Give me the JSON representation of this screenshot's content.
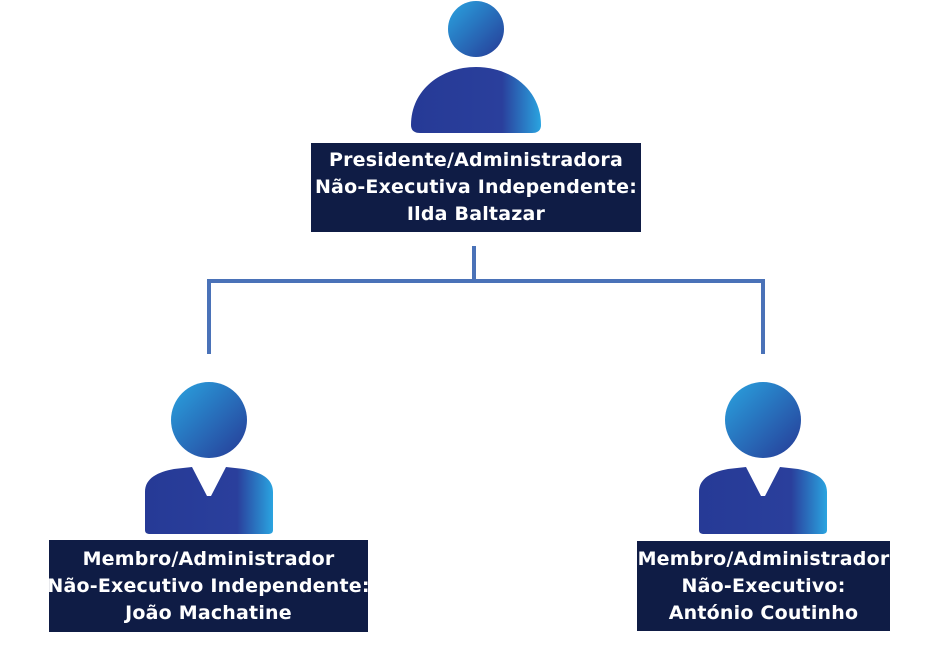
{
  "colors": {
    "label_background": "#0f1c45",
    "label_text": "#ffffff",
    "connector": "#4a72b8",
    "icon_gradient_light": "#2aa4e0",
    "icon_gradient_dark": "#263a96"
  },
  "nodes": {
    "president": {
      "icon": "person-icon",
      "line1": "Presidente/Administradora",
      "line2": "Não-Executiva Independente:",
      "line3": "Ilda Baltazar"
    },
    "member_left": {
      "icon": "person-icon",
      "line1": "Membro/Administrador",
      "line2": "Não-Executivo Independente:",
      "line3": "João Machatine"
    },
    "member_right": {
      "icon": "person-icon",
      "line1": "Membro/Administrador",
      "line2": "Não-Executivo:",
      "line3": "António Coutinho"
    }
  }
}
